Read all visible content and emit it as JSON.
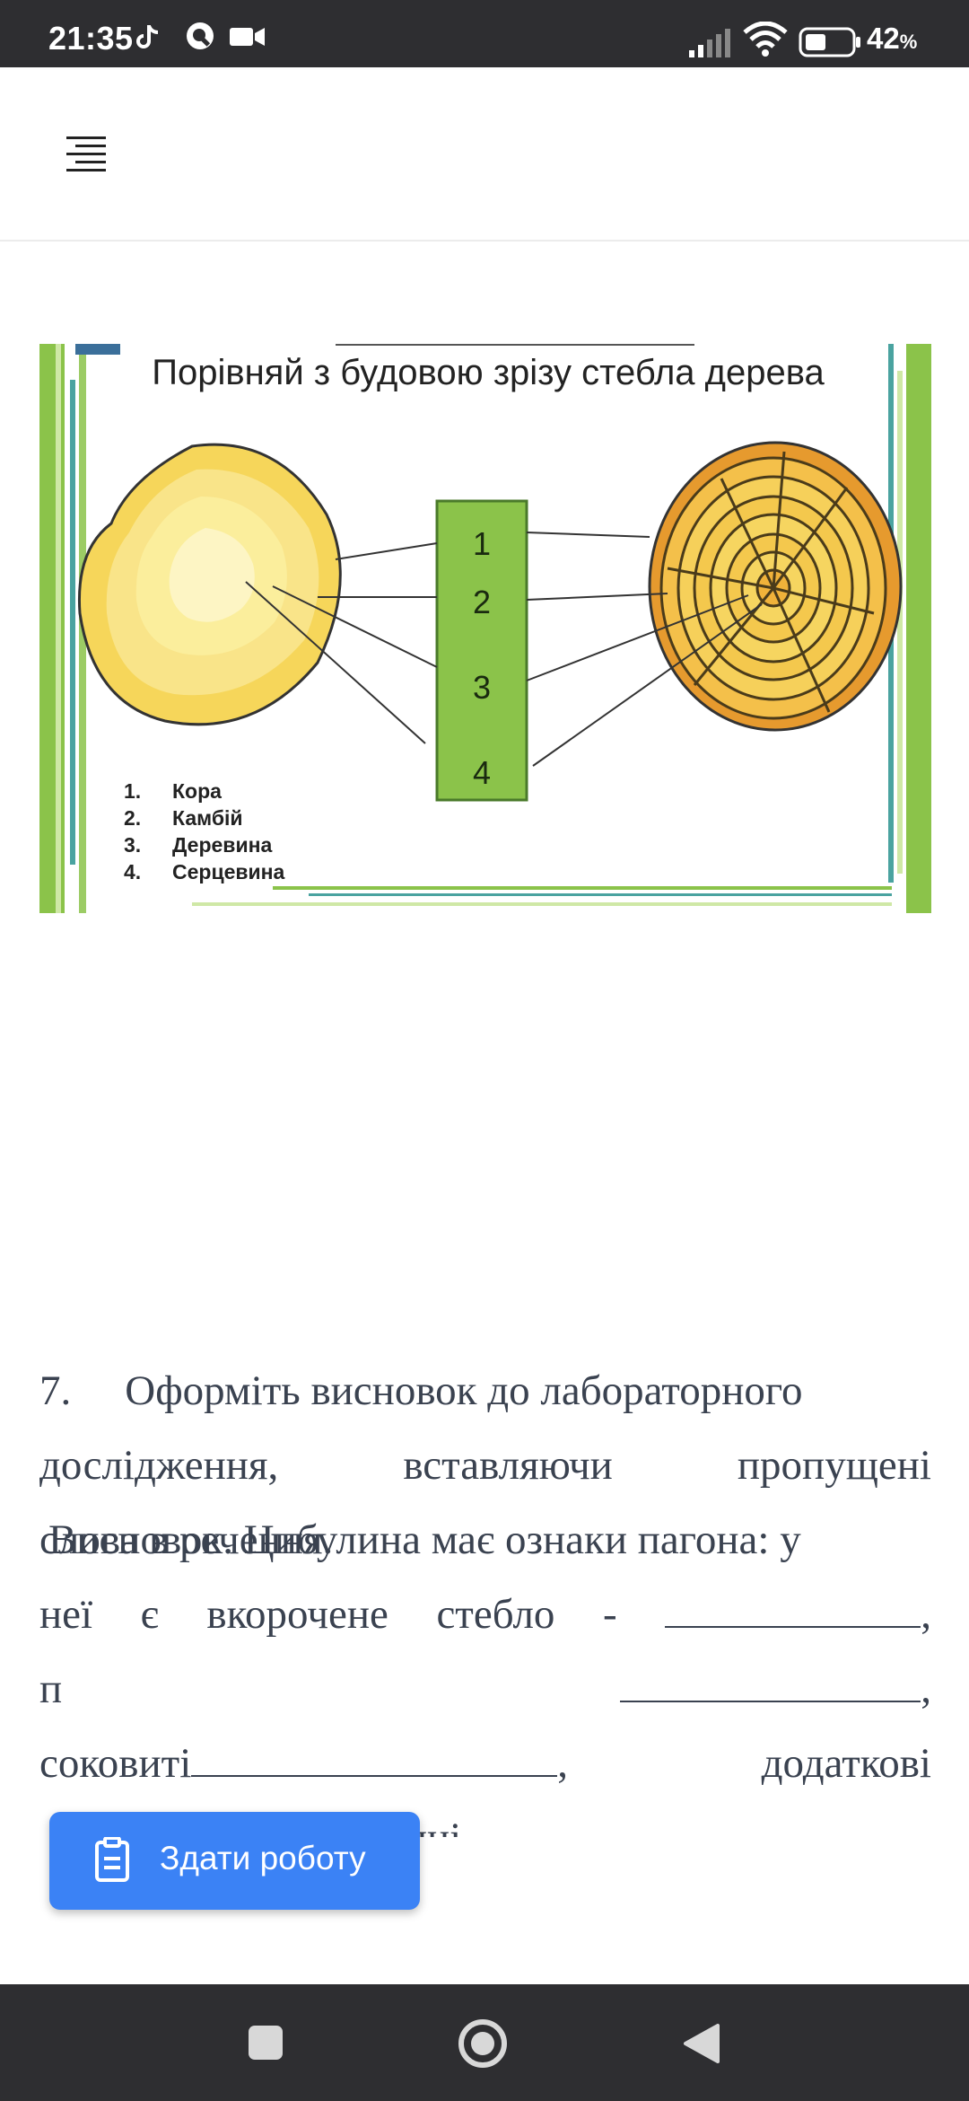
{
  "status_bar": {
    "time": "21:35",
    "battery_percent": "42",
    "battery_suffix": "%"
  },
  "icons": {
    "menu": "menu-lines-icon",
    "submit": "clipboard-icon",
    "nav_recent": "square-icon",
    "nav_home": "circle-icon",
    "nav_back": "back-triangle-icon"
  },
  "figure": {
    "title": "Порівняй з будовою зрізу стебла дерева",
    "center_numbers": [
      "1",
      "2",
      "3",
      "4"
    ],
    "legend": [
      "1.",
      "Кора",
      "2.",
      "Камбій",
      "3.",
      "Деревина",
      "4.",
      "Серцевина"
    ]
  },
  "task7": {
    "line1_num": "7.",
    "line1_text": "Оформіть висновок до лабораторного",
    "line2_words": [
      "дослідження,",
      "вставляючи",
      "пропущені"
    ],
    "line3": "слова в речення."
  },
  "conclusion": {
    "line1": "Висновок. Цибулина має ознаки пагона: у",
    "line2_words": [
      "неї",
      "є",
      "вкорочене",
      "стебло",
      "-"
    ],
    "line2_end": ",",
    "line3_start": "п",
    "line3_end": ",",
    "line4_start": "соковиті",
    "line4_comma": ",",
    "line4_end": "додаткові",
    "line5": "та  пазушні"
  },
  "submit_button": {
    "label": "Здати роботу"
  },
  "colors": {
    "status_bar": "#2e2e31",
    "accent": "#3b82f5",
    "text": "#3a4250",
    "figure_green": "#7cb342",
    "wood_yellow": "#f6d65a"
  }
}
